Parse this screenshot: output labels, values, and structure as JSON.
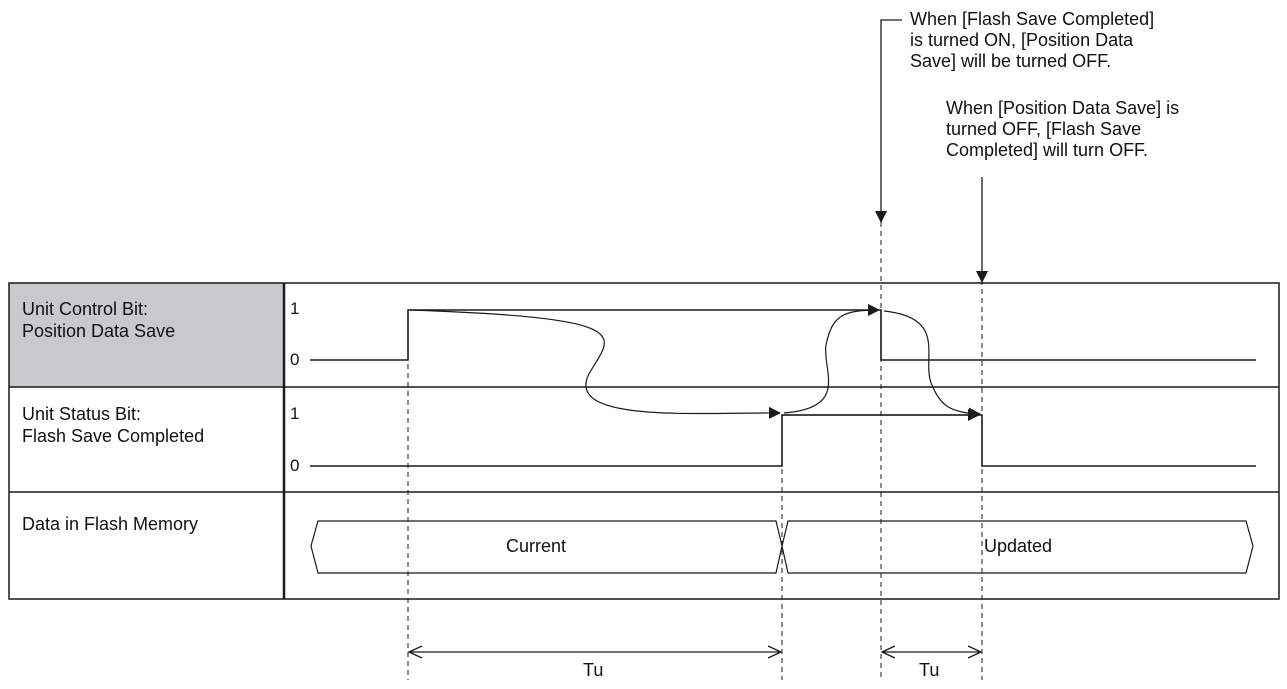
{
  "rows": [
    {
      "label": "Unit Control Bit:\nPosition Data Save",
      "level_high": "1",
      "level_low": "0"
    },
    {
      "label": "Unit Status Bit:\nFlash Save Completed",
      "level_high": "1",
      "level_low": "0"
    },
    {
      "label": "Data in Flash Memory"
    }
  ],
  "memory_segments": [
    "Current",
    "Updated"
  ],
  "notes": [
    "When [Flash Save Completed]\nis turned ON, [Position Data\nSave] will be turned OFF.",
    "When [Position Data Save] is\nturned OFF, [Flash Save\nCompleted] will turn OFF."
  ],
  "intervals": [
    "Tu",
    "Tu"
  ],
  "colors": {
    "highlight_cell": "#c8c9cc",
    "line": "#1a1a1a"
  }
}
